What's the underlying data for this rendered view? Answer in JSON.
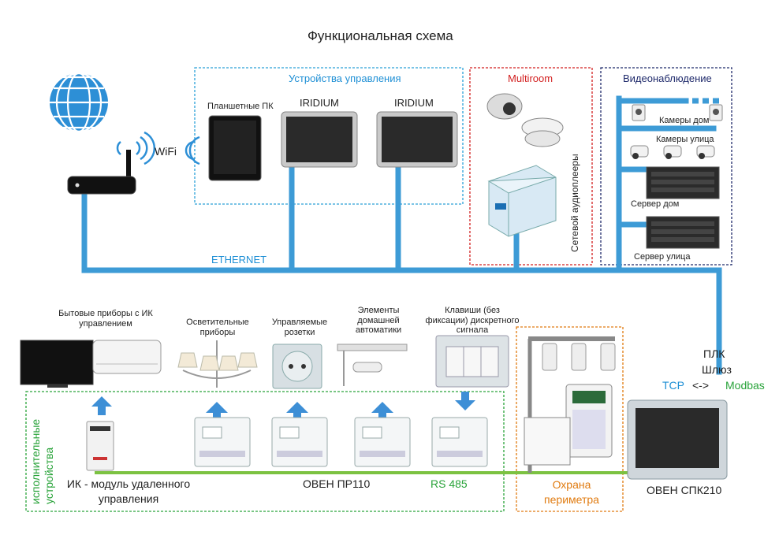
{
  "title": "Функциональная схема",
  "labels": {
    "wifi": "WiFi",
    "ethernet": "ETHERNET",
    "tablets": "Планшетные ПК",
    "iridium1": "IRIDIUM",
    "iridium2": "IRIDIUM",
    "rs485": "RS 485",
    "tcp": "TCP",
    "arrow": "<->",
    "modbus": "Modbas",
    "plc": "ПЛК",
    "gateway": "Шлюз"
  },
  "groups": {
    "control": "Устройства управления",
    "multiroom": "Multiroom",
    "video": "Видеонаблюдение",
    "executive": "исполнительные устройства",
    "perimeter": "Охрана периметра"
  },
  "multiroom": {
    "players": "Сетевой аудиоплееры"
  },
  "video": {
    "cams_home": "Камеры дом",
    "cams_street": "Камеры улица",
    "server_home": "Сервер дом",
    "server_street": "Сервер улица"
  },
  "appliances": {
    "ir_devices": "Бытовые приборы с ИК управлением",
    "lighting": "Осветительные приборы",
    "sockets": "Управляемые розетки",
    "automation": "Элементы домашней автоматики",
    "keys": "Клавиши (без фиксации) дискретного сигнала"
  },
  "modules": {
    "ir_module": "ИК - модуль удаленного управления",
    "pr110": "ОВЕН ПР110",
    "spk210": "ОВЕН СПК210"
  },
  "colors": {
    "ethernet": "#3d9bd6",
    "rs485": "#7cc242",
    "control_border": "#2aa0d8",
    "multiroom_border": "#d21f1f",
    "video_border": "#1f2a6b",
    "exec_border": "#29a33a",
    "perimeter_border": "#e07b10"
  }
}
